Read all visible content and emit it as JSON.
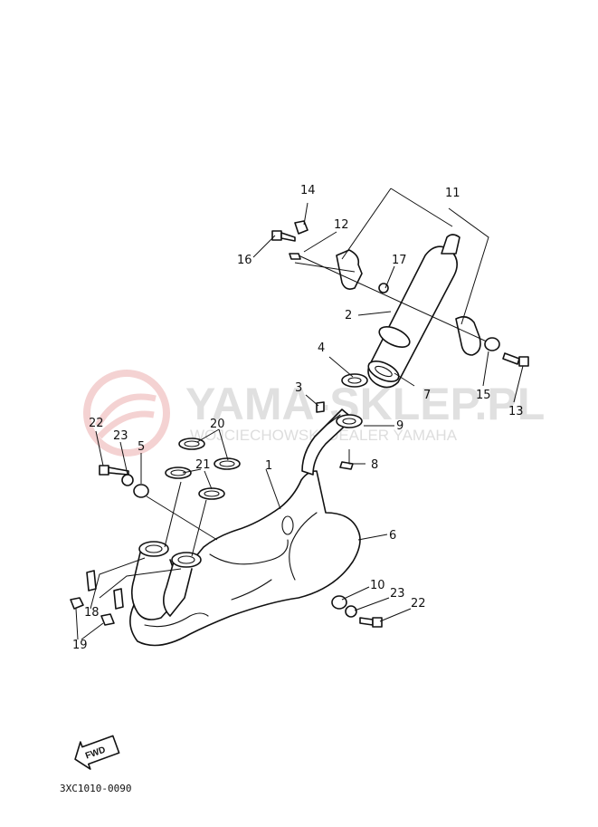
{
  "watermark": {
    "main": "YAMA-SKLEP.PL",
    "sub": "WOJCIECHOWSKI DEALER YAMAHA"
  },
  "fwd_label": "FWD",
  "diagram_code": "3XC1010-0090",
  "callouts": {
    "c1": "1",
    "c2": "2",
    "c3": "3",
    "c4": "4",
    "c5": "5",
    "c6": "6",
    "c7": "7",
    "c8": "8",
    "c9": "9",
    "c10": "10",
    "c11": "11",
    "c12": "12",
    "c13": "13",
    "c14": "14",
    "c15": "15",
    "c16": "16",
    "c17": "17",
    "c18": "18",
    "c19": "19",
    "c20": "20",
    "c21": "21",
    "c22a": "22",
    "c22b": "22",
    "c23a": "23",
    "c23b": "23"
  },
  "colors": {
    "watermark_red": "#e0a0a0",
    "watermark_gray": "#c8c8c8"
  }
}
